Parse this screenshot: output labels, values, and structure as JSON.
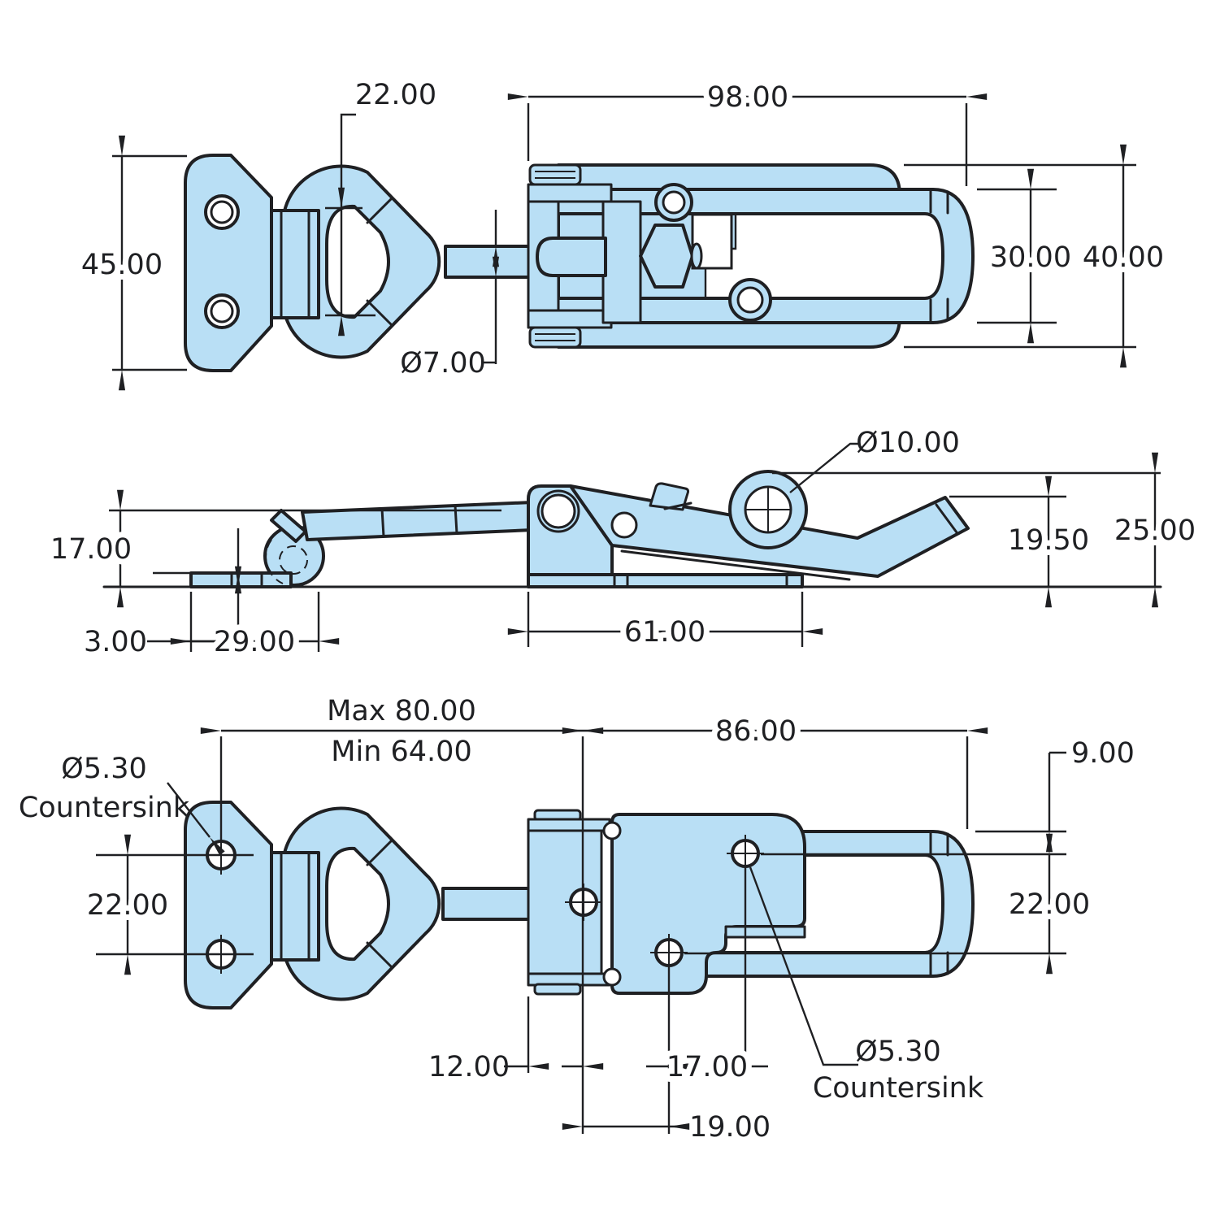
{
  "drawing": {
    "type": "engineering-drawing",
    "subject": "adjustable toggle latch with keeper plate",
    "colors": {
      "part_fill": "#B9DFF5",
      "line": "#1F2023",
      "background": "#FFFFFF"
    }
  },
  "views": {
    "top": {
      "d22": "22.00",
      "d98": "98.00",
      "d45": "45.00",
      "d30": "30.00",
      "d40": "40.00",
      "d7": "Ø7.00"
    },
    "side": {
      "d17": "17.00",
      "d3": "3.00",
      "d29": "29.00",
      "d61": "61.00",
      "d10": "Ø10.00",
      "d195": "19.50",
      "d25": "25.00"
    },
    "bottom": {
      "dmax": "Max 80.00",
      "dmin": "Min 64.00",
      "d86": "86.00",
      "d9": "9.00",
      "d22l": "22.00",
      "d22r": "22.00",
      "d12": "12.00",
      "d17": "17.00",
      "d19": "19.00",
      "cs_left_dia": "Ø5.30",
      "cs_left_label": "Countersink",
      "cs_right_dia": "Ø5.30",
      "cs_right_label": "Countersink"
    }
  }
}
